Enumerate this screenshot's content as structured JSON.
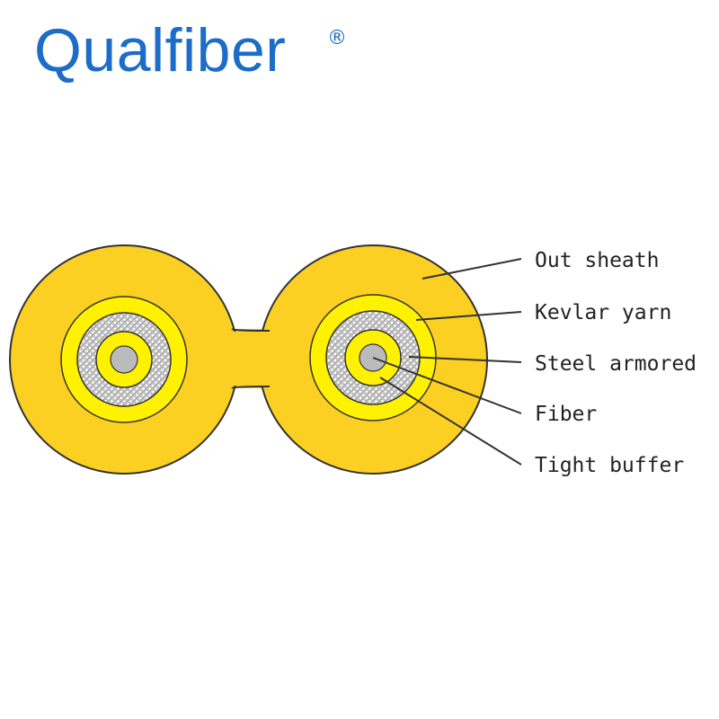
{
  "logo": {
    "text": "Qualfiber",
    "registered_mark": "®",
    "color": "#1c6cc8"
  },
  "colors": {
    "sheath": "#fbd022",
    "kevlar": "#fff200",
    "steel": "#c4c4c4",
    "fiber": "#bbbbbb",
    "outline": "#333333",
    "leader": "#333333"
  },
  "labels": {
    "out_sheath": "Out sheath",
    "kevlar_yarn": "Kevlar yarn",
    "steel_armored": "Steel armored",
    "fiber": "Fiber",
    "tight_buffer": "Tight buffer"
  }
}
